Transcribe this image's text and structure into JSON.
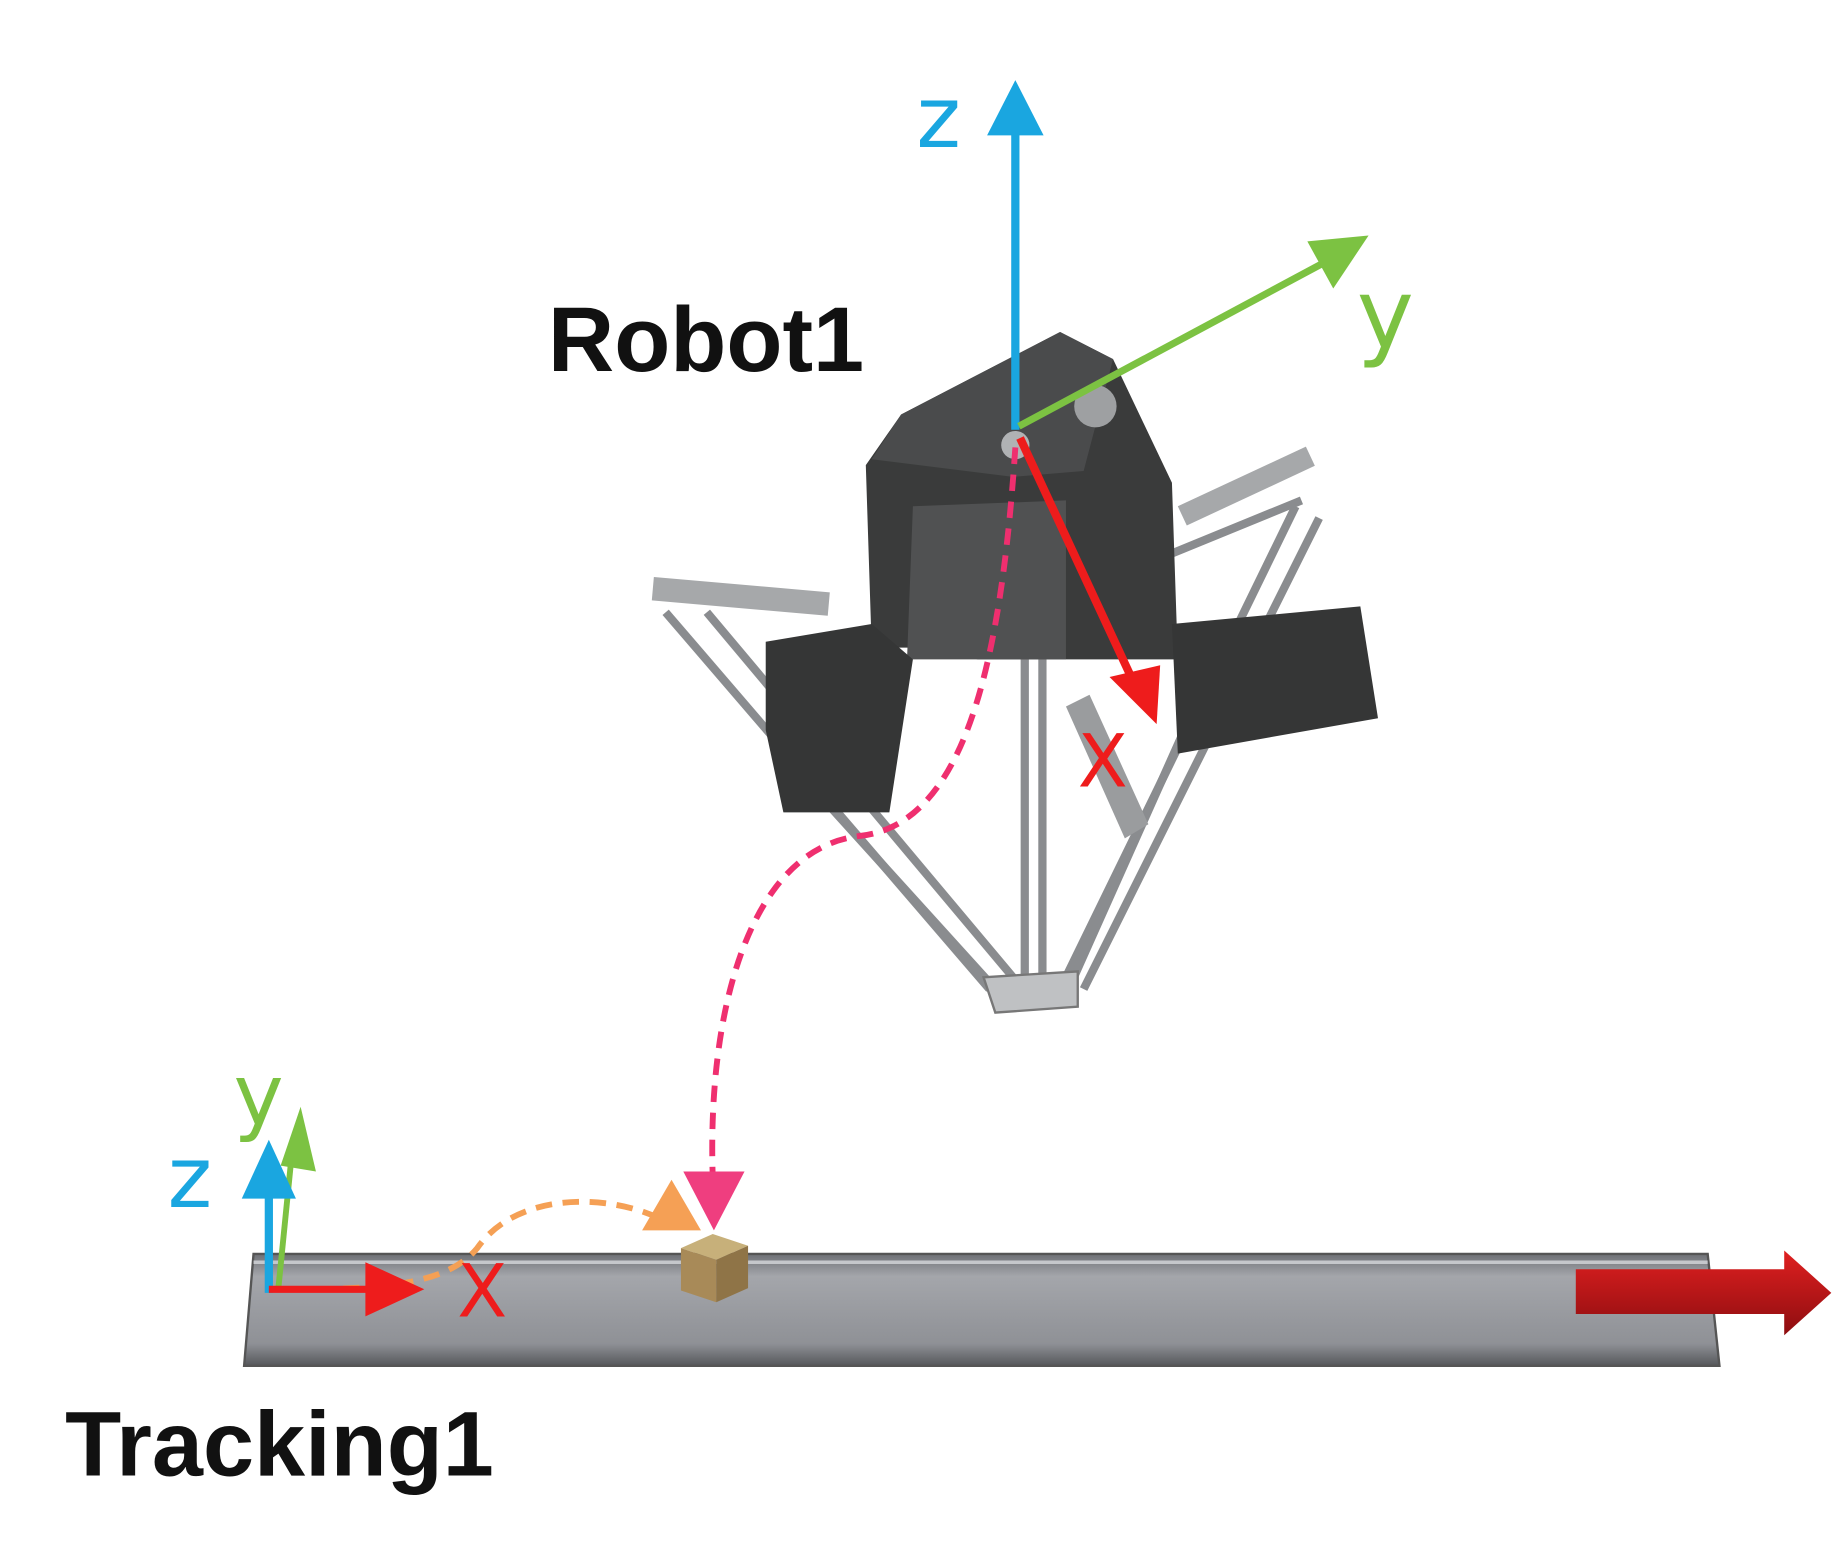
{
  "robot": {
    "name": "Robot1",
    "axes": {
      "z": "z",
      "y": "y",
      "x": "X"
    }
  },
  "tracking": {
    "name": "Tracking1",
    "axes": {
      "z": "z",
      "y": "y",
      "x": "X"
    }
  },
  "colors": {
    "z_axis": "#1aa6e0",
    "y_axis": "#7cc242",
    "x_axis": "#ee1c1c",
    "pick_path": "#ef2f6f",
    "track_path": "#f5a055",
    "robot_body": "#3a3b3b",
    "conveyor": "#8d8f94",
    "conveyor_direction": "#c3161c"
  }
}
